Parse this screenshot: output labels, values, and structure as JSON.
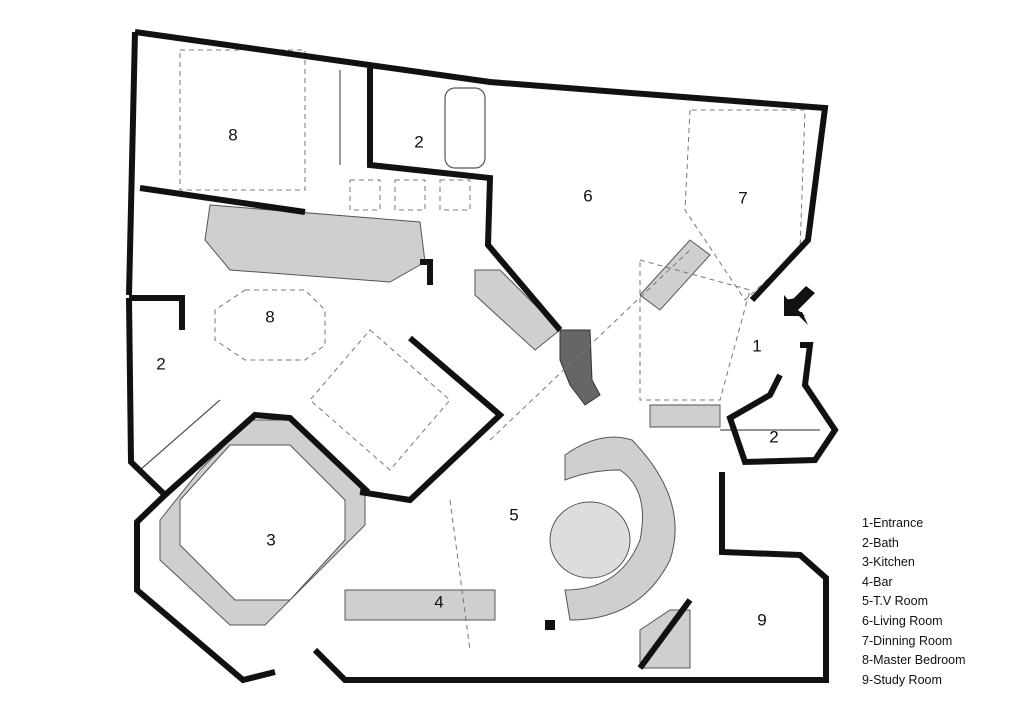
{
  "title": "Floor Plan",
  "room_labels": [
    {
      "id": "master-bedroom-top",
      "text": "8"
    },
    {
      "id": "bath-top",
      "text": "2"
    },
    {
      "id": "living-room",
      "text": "6"
    },
    {
      "id": "dining-room",
      "text": "7"
    },
    {
      "id": "master-bedroom",
      "text": "8"
    },
    {
      "id": "bath-left",
      "text": "2"
    },
    {
      "id": "entrance",
      "text": "1"
    },
    {
      "id": "bath-right",
      "text": "2"
    },
    {
      "id": "tv-room",
      "text": "5"
    },
    {
      "id": "kitchen",
      "text": "3"
    },
    {
      "id": "bar",
      "text": "4"
    },
    {
      "id": "study-room",
      "text": "9"
    }
  ],
  "legend": [
    "1-Entrance",
    "2-Bath",
    "3-Kitchen",
    "4-Bar",
    "5-T.V Room",
    "6-Living Room",
    "7-Dinning Room",
    "8-Master Bedroom",
    "9-Study Room"
  ],
  "icons": {
    "entrance_arrow": "arrow-down-left-icon"
  }
}
